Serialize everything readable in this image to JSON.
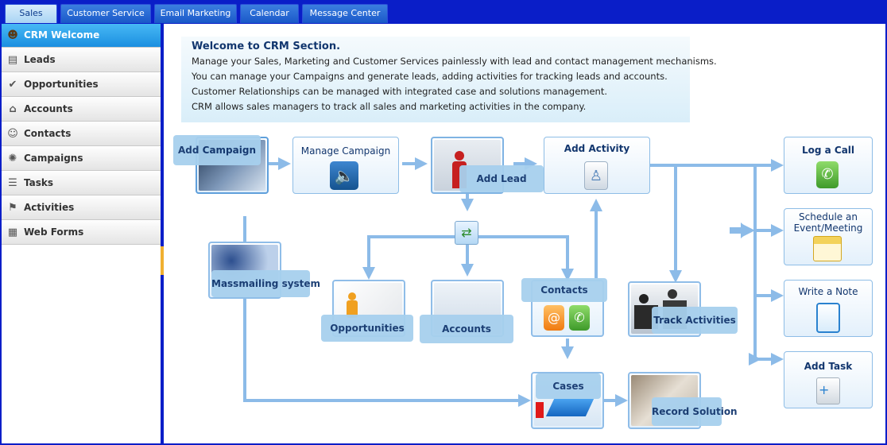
{
  "tabs": [
    {
      "label": "Sales",
      "active": true
    },
    {
      "label": "Customer Service"
    },
    {
      "label": "Email Marketing"
    },
    {
      "label": "Calendar"
    },
    {
      "label": "Message Center"
    }
  ],
  "sidebar": {
    "items": [
      {
        "label": "CRM Welcome",
        "icon": "user-welcome-icon",
        "active": true
      },
      {
        "label": "Leads",
        "icon": "leads-icon"
      },
      {
        "label": "Opportunities",
        "icon": "checkmark-icon"
      },
      {
        "label": "Accounts",
        "icon": "house-icon"
      },
      {
        "label": "Contacts",
        "icon": "contact-person-icon"
      },
      {
        "label": "Campaigns",
        "icon": "campaign-icon"
      },
      {
        "label": "Tasks",
        "icon": "tasks-list-icon"
      },
      {
        "label": "Activities",
        "icon": "activities-icon"
      },
      {
        "label": "Web Forms",
        "icon": "web-forms-icon"
      }
    ]
  },
  "welcome": {
    "title": "Welcome to CRM Section.",
    "lines": [
      "Manage your Sales, Marketing and Customer Services painlessly with lead and contact management mechanisms.",
      "You can manage your Campaigns and generate leads, adding activities for tracking leads and accounts.",
      "Customer Relationships can be managed with integrated case and solutions management.",
      "CRM allows sales managers to track all sales and marketing activities in the company."
    ]
  },
  "flow": {
    "add_campaign": "Add Campaign",
    "manage_campaign": "Manage Campaign",
    "add_lead": "Add Lead",
    "add_activity": "Add Activity",
    "log_call": "Log a Call",
    "schedule": "Schedule an Event/Meeting",
    "write_note": "Write a Note",
    "add_task": "Add Task",
    "massmailing": "Massmailing system",
    "opportunities": "Opportunities",
    "accounts": "Accounts",
    "contacts": "Contacts",
    "track_activities": "Track Activities",
    "cases": "Cases",
    "record_solution": "Record Solution"
  },
  "colors": {
    "frame": "#0a1ec8",
    "arrow": "#8cbbe8",
    "label_bg": "#a7d0ee",
    "accent": "#1b8fe0"
  }
}
